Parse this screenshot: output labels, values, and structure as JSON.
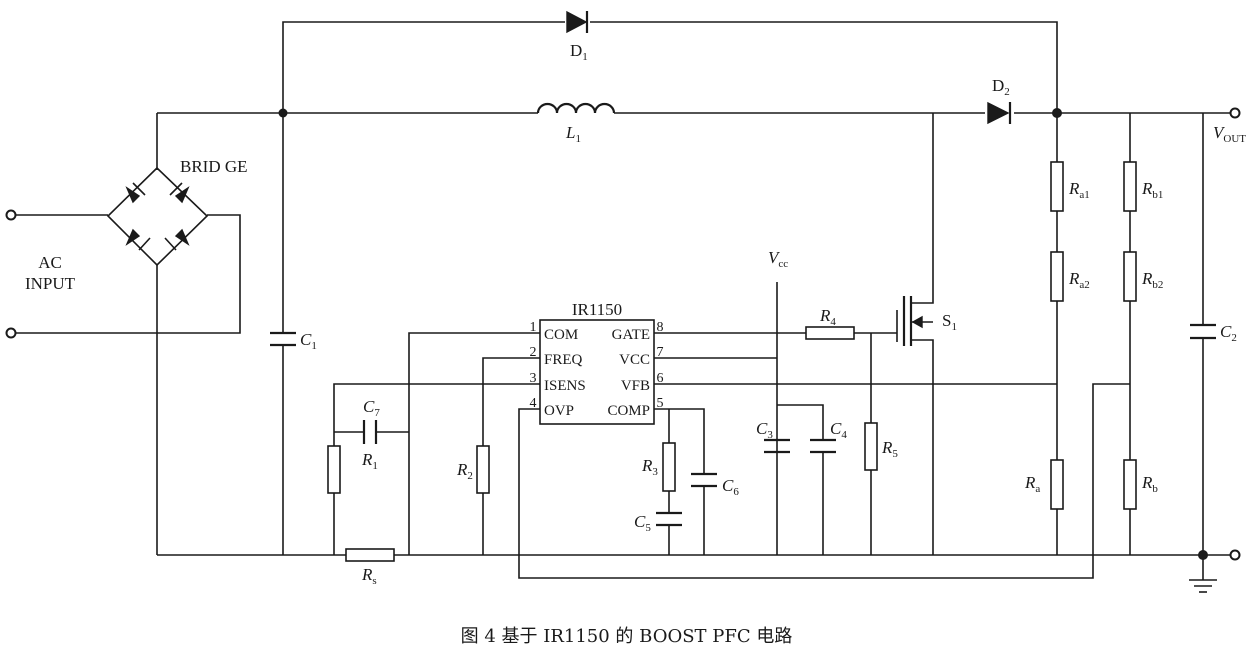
{
  "caption": "图 4   基于 IR1150 的 BOOST PFC 电路",
  "ic": {
    "name": "IR1150",
    "pins_left": [
      {
        "num": "1",
        "name": "COM"
      },
      {
        "num": "2",
        "name": "FREQ"
      },
      {
        "num": "3",
        "name": "ISENS"
      },
      {
        "num": "4",
        "name": "OVP"
      }
    ],
    "pins_right": [
      {
        "num": "8",
        "name": "GATE"
      },
      {
        "num": "7",
        "name": "VCC"
      },
      {
        "num": "6",
        "name": "VFB"
      },
      {
        "num": "5",
        "name": "COMP"
      }
    ]
  },
  "labels": {
    "bridge": "BRID GE",
    "ac_line1": "AC",
    "ac_line2": "INPUT",
    "d1": {
      "main": "D",
      "sub": "1"
    },
    "d2": {
      "main": "D",
      "sub": "2"
    },
    "l1": {
      "main": "L",
      "sub": "1"
    },
    "vout": {
      "main": "V",
      "sub": "OUT"
    },
    "vcc": {
      "main": "V",
      "sub": "cc"
    },
    "s1": {
      "main": "S",
      "sub": "1"
    },
    "c1": {
      "main": "C",
      "sub": "1"
    },
    "c2": {
      "main": "C",
      "sub": "2"
    },
    "c3": {
      "main": "C",
      "sub": "3"
    },
    "c4": {
      "main": "C",
      "sub": "4"
    },
    "c5": {
      "main": "C",
      "sub": "5"
    },
    "c6": {
      "main": "C",
      "sub": "6"
    },
    "c7": {
      "main": "C",
      "sub": "7"
    },
    "r1": {
      "main": "R",
      "sub": "1"
    },
    "r2": {
      "main": "R",
      "sub": "2"
    },
    "r3": {
      "main": "R",
      "sub": "3"
    },
    "r4": {
      "main": "R",
      "sub": "4"
    },
    "r5": {
      "main": "R",
      "sub": "5"
    },
    "rs": {
      "main": "R",
      "sub": "s"
    },
    "ra1": {
      "main": "R",
      "sub": "a1"
    },
    "ra2": {
      "main": "R",
      "sub": "a2"
    },
    "ra": {
      "main": "R",
      "sub": "a"
    },
    "rb1": {
      "main": "R",
      "sub": "b1"
    },
    "rb2": {
      "main": "R",
      "sub": "b2"
    },
    "rb": {
      "main": "R",
      "sub": "b"
    }
  }
}
